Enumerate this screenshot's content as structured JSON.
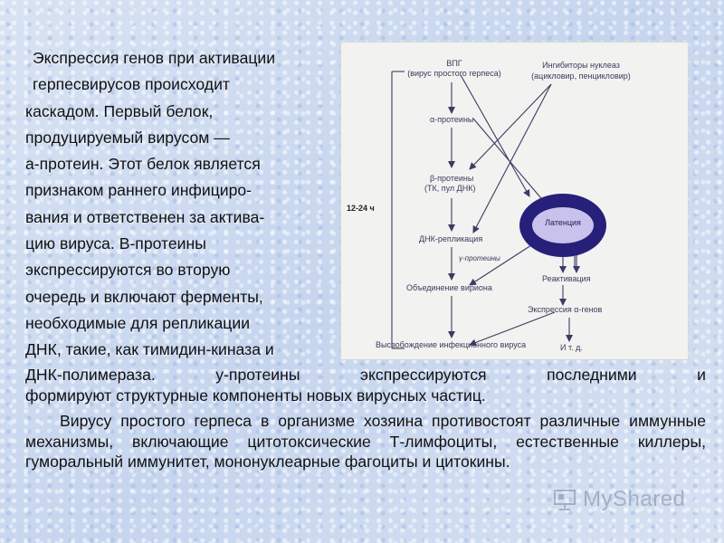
{
  "left_paragraph": [
    "Экспрессия генов при активации",
    "герпесвирусов происходит",
    "каскадом. Первый белок,",
    "продуцируемый вирусом —",
    "а-протеин. Этот белок является",
    "признаком раннего инфициро-",
    "вания и ответственен за актива-",
    "цию вируса. В-протеины",
    "экспрессируются во вторую",
    "очередь и включают ферменты,",
    "необходимые для репликации",
    "ДНК, такие, как тимидин-киназа и"
  ],
  "bottom_paragraph": {
    "line1": "ДНК-полимераза. у-протеины экспрессируются последними и",
    "line2": "формируют структурные компоненты новых вирусных частиц.",
    "para2": "Вирусу простого герпеса в организме хозяина противостоят различные иммунные механизмы, включающие цитотоксические Т-лимфоциты, естественные киллеры, гуморальный иммунитет, мононуклеарные фагоциты и цитокины."
  },
  "diagram": {
    "vpg_title": "ВПГ",
    "vpg_subtitle": "(вирус простого герпеса)",
    "inhibitors_title": "Ингибиторы нуклеаз",
    "inhibitors_subtitle": "(ацикловир, пенцикловир)",
    "alpha_proteins": "α-протеины",
    "beta_proteins": "β-протеины",
    "beta_detail": "(ТК, пул ДНК)",
    "dna_replication": "ДНК-репликация",
    "gamma_proteins": "γ-протеины",
    "virion_assembly": "Объединение вириона",
    "virus_release": "Высвобождение инфекционного вируса",
    "time_label": "12-24 ч",
    "latency": "Латенция",
    "reactivation": "Реактивация",
    "alpha_gene_expression": "Экспрессия α-генов",
    "etc": "И т. д."
  },
  "watermark": {
    "brand": "MyShared",
    "icon": "presentation-board-icon"
  },
  "colors": {
    "background": "#cfdcf0",
    "latency_outer": "#27207a",
    "latency_inner": "#c9c2ec",
    "diagram_lines": "#3b3b63"
  }
}
